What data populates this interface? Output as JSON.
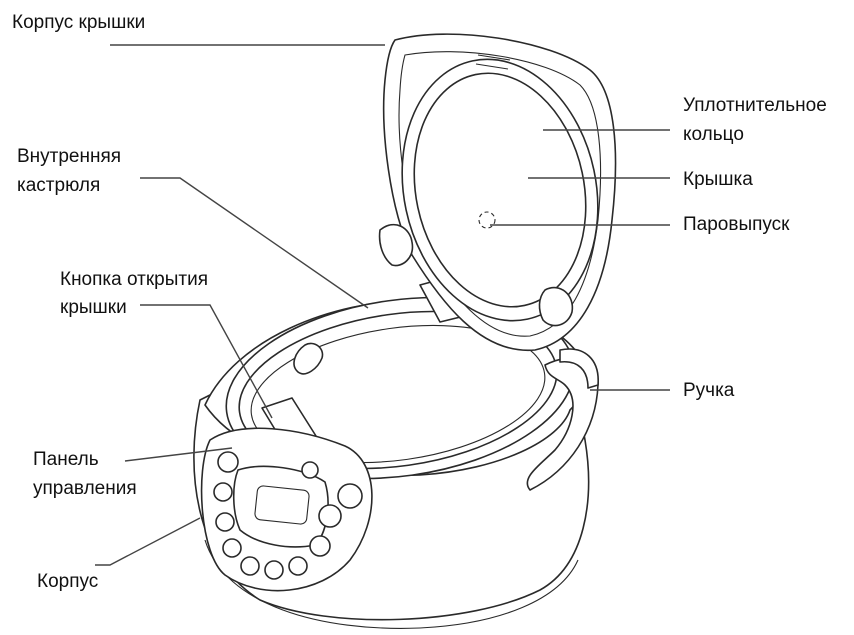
{
  "labels": {
    "lid_body": "Корпус крышки",
    "inner_pot_line1": "Внутренняя",
    "inner_pot_line2": "кастрюля",
    "lid_button_line1": "Кнопка открытия",
    "lid_button_line2": "крышки",
    "control_panel_line1": "Панель",
    "control_panel_line2": "управления",
    "body": "Корпус",
    "seal_ring_line1": "Уплотнительное",
    "seal_ring_line2": "кольцо",
    "lid": "Крышка",
    "steam_vent": "Паровыпуск",
    "handle": "Ручка"
  }
}
